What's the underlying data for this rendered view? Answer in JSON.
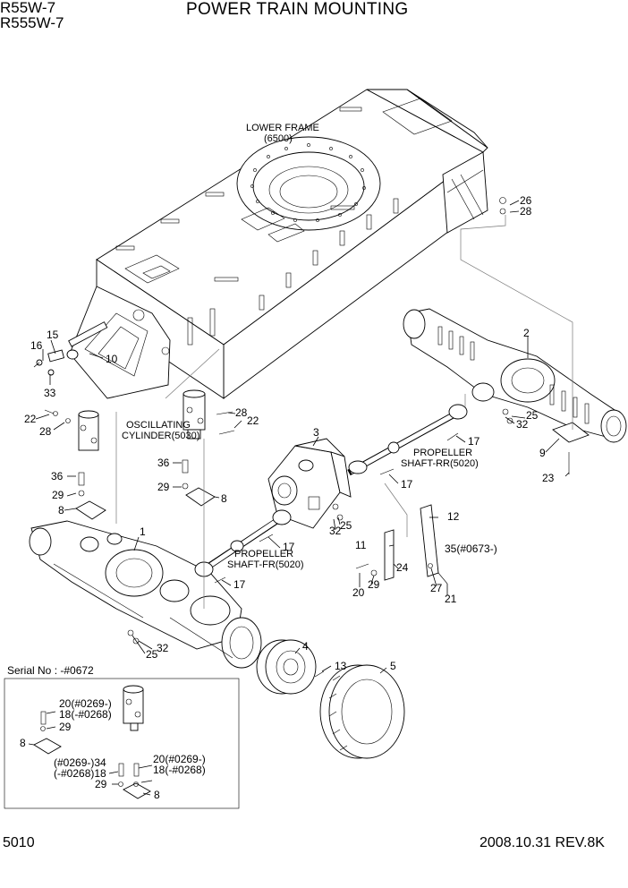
{
  "header": {
    "model_1": "R55W-7",
    "model_2": "R555W-7",
    "title": "POWER TRAIN MOUNTING"
  },
  "footer": {
    "page_code": "5010",
    "date_rev": "2008.10.31  REV.8K"
  },
  "labels": {
    "lower_frame": "LOWER FRAME",
    "lower_frame_code": "(6500)",
    "osc_cyl_1": "OSCILLATING",
    "osc_cyl_2": "CYLINDER(5030)",
    "prop_rr_1": "PROPELLER",
    "prop_rr_2": "SHAFT-RR(5020)",
    "prop_fr_1": "PROPELLER",
    "prop_fr_2": "SHAFT-FR(5020)",
    "serial": "Serial No : -#0672"
  },
  "callouts": {
    "c1": "1",
    "c2": "2",
    "c3": "3",
    "c4": "4",
    "c5": "5",
    "c8a": "8",
    "c8b": "8",
    "c8c": "8",
    "c8d": "8",
    "c9": "9",
    "c10": "10",
    "c11": "11",
    "c12": "12",
    "c13": "13",
    "c15": "15",
    "c16": "16",
    "c17a": "17",
    "c17b": "17",
    "c17c": "17",
    "c17d": "17",
    "c20": "20",
    "c21": "21",
    "c22a": "22",
    "c22b": "22",
    "c23": "23",
    "c24": "24",
    "c25a": "25",
    "c25b": "25",
    "c25c": "25",
    "c26": "26",
    "c27": "27",
    "c28a": "28",
    "c28b": "28",
    "c28c": "28",
    "c29a": "29",
    "c29b": "29",
    "c29c": "29",
    "c29d": "29",
    "c29e": "29",
    "c32a": "32",
    "c32b": "32",
    "c32c": "32",
    "c33": "33",
    "c35": "35(#0673-)",
    "c36a": "36",
    "c36b": "36",
    "inset_20a": "20(#0269-)",
    "inset_18a": "18(-#0268)",
    "inset_34": "(#0269-)34",
    "inset_18b": "(-#0268)18",
    "inset_20b": "20(#0269-)",
    "inset_18c": "18(-#0268)"
  }
}
